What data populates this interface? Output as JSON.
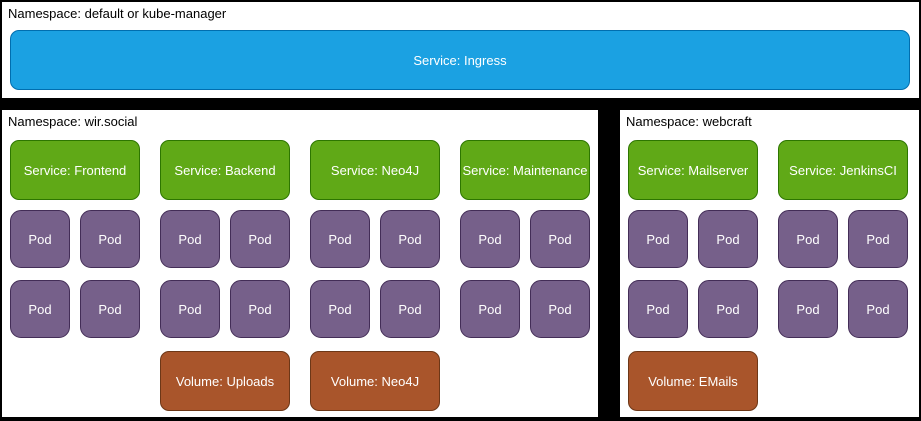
{
  "colors": {
    "canvas_bg": "#000000",
    "panel_bg": "#ffffff",
    "ingress_fill": "#1ba1e2",
    "ingress_stroke": "#006eaf",
    "service_fill": "#60a917",
    "service_stroke": "#2d7600",
    "pod_fill": "#76608a",
    "pod_stroke": "#432d57",
    "volume_fill": "#a9552b",
    "volume_stroke": "#6d3717",
    "box_text": "#ffffff",
    "label_text": "#000000"
  },
  "top_panel": {
    "namespace_label": "Namespace: default or kube-manager",
    "ingress_label": "Service: Ingress"
  },
  "wir_social_panel": {
    "namespace_label": "Namespace: wir.social",
    "services": [
      {
        "label": "Service: Frontend",
        "pods": [
          "Pod",
          "Pod",
          "Pod",
          "Pod"
        ]
      },
      {
        "label": "Service: Backend",
        "pods": [
          "Pod",
          "Pod",
          "Pod",
          "Pod"
        ],
        "volume_label": "Volume: Uploads"
      },
      {
        "label": "Service: Neo4J",
        "pods": [
          "Pod",
          "Pod",
          "Pod",
          "Pod"
        ],
        "volume_label": "Volume: Neo4J"
      },
      {
        "label": "Service: Maintenance",
        "pods": [
          "Pod",
          "Pod",
          "Pod",
          "Pod"
        ]
      }
    ]
  },
  "webcraft_panel": {
    "namespace_label": "Namespace: webcraft",
    "services": [
      {
        "label": "Service: Mailserver",
        "pods": [
          "Pod",
          "Pod",
          "Pod",
          "Pod"
        ],
        "volume_label": "Volume: EMails"
      },
      {
        "label": "Service: JenkinsCI",
        "pods": [
          "Pod",
          "Pod",
          "Pod",
          "Pod"
        ]
      }
    ]
  }
}
